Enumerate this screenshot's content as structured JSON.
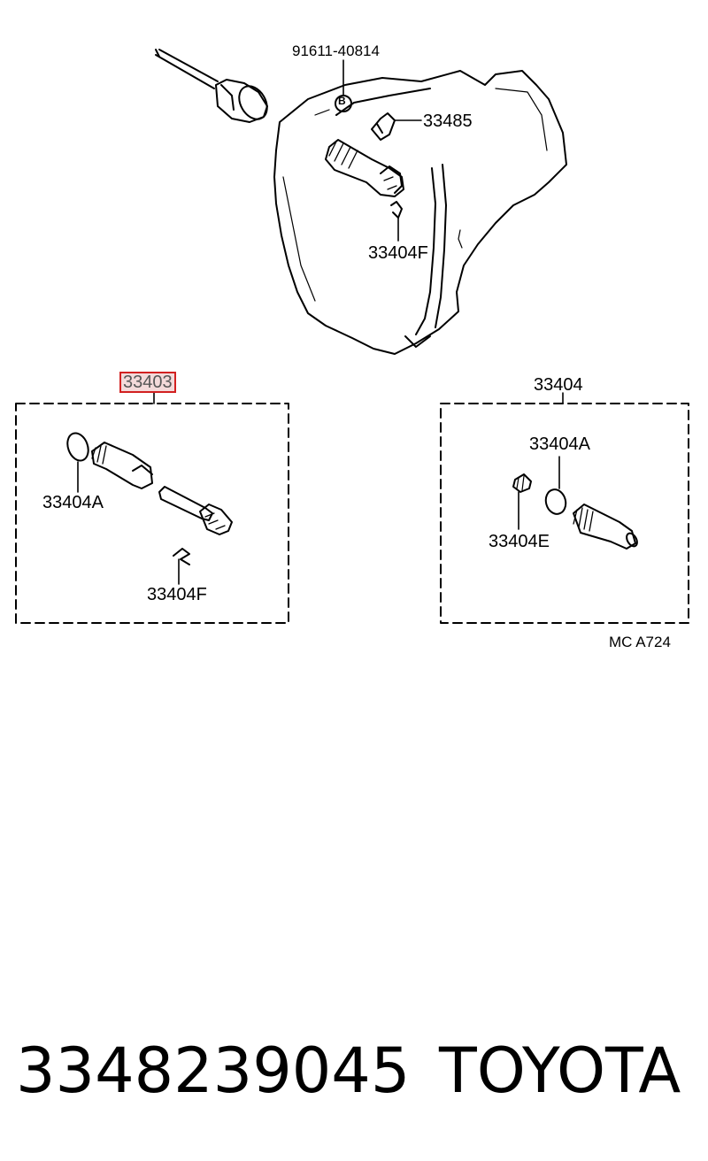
{
  "callouts": {
    "bolt": "91611-40814",
    "bolt_mark": "B",
    "clamp": "33485",
    "clip_top": "33404F",
    "assy_left": "33403",
    "oring_left": "33404A",
    "clip_left": "33404F",
    "assy_right": "33404",
    "oring_right": "33404A",
    "bushing": "33404E",
    "code": "MC  A724"
  },
  "footer": {
    "part_number": "3348239045",
    "brand": "TOYOTA"
  },
  "colors": {
    "line": "#000000",
    "highlight_border": "#d22020",
    "highlight_fill": "#f3dada"
  }
}
